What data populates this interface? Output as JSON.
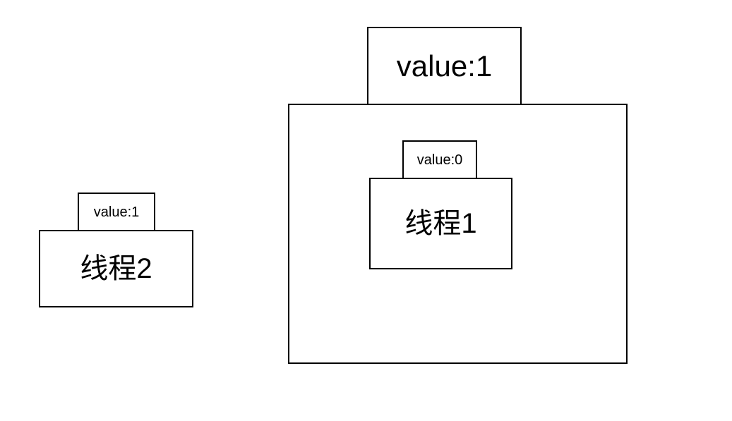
{
  "thread2": {
    "value_label": "value:1",
    "name": "线程2"
  },
  "shared": {
    "value_label": "value:1"
  },
  "thread1": {
    "value_label": "value:0",
    "name": "线程1"
  }
}
